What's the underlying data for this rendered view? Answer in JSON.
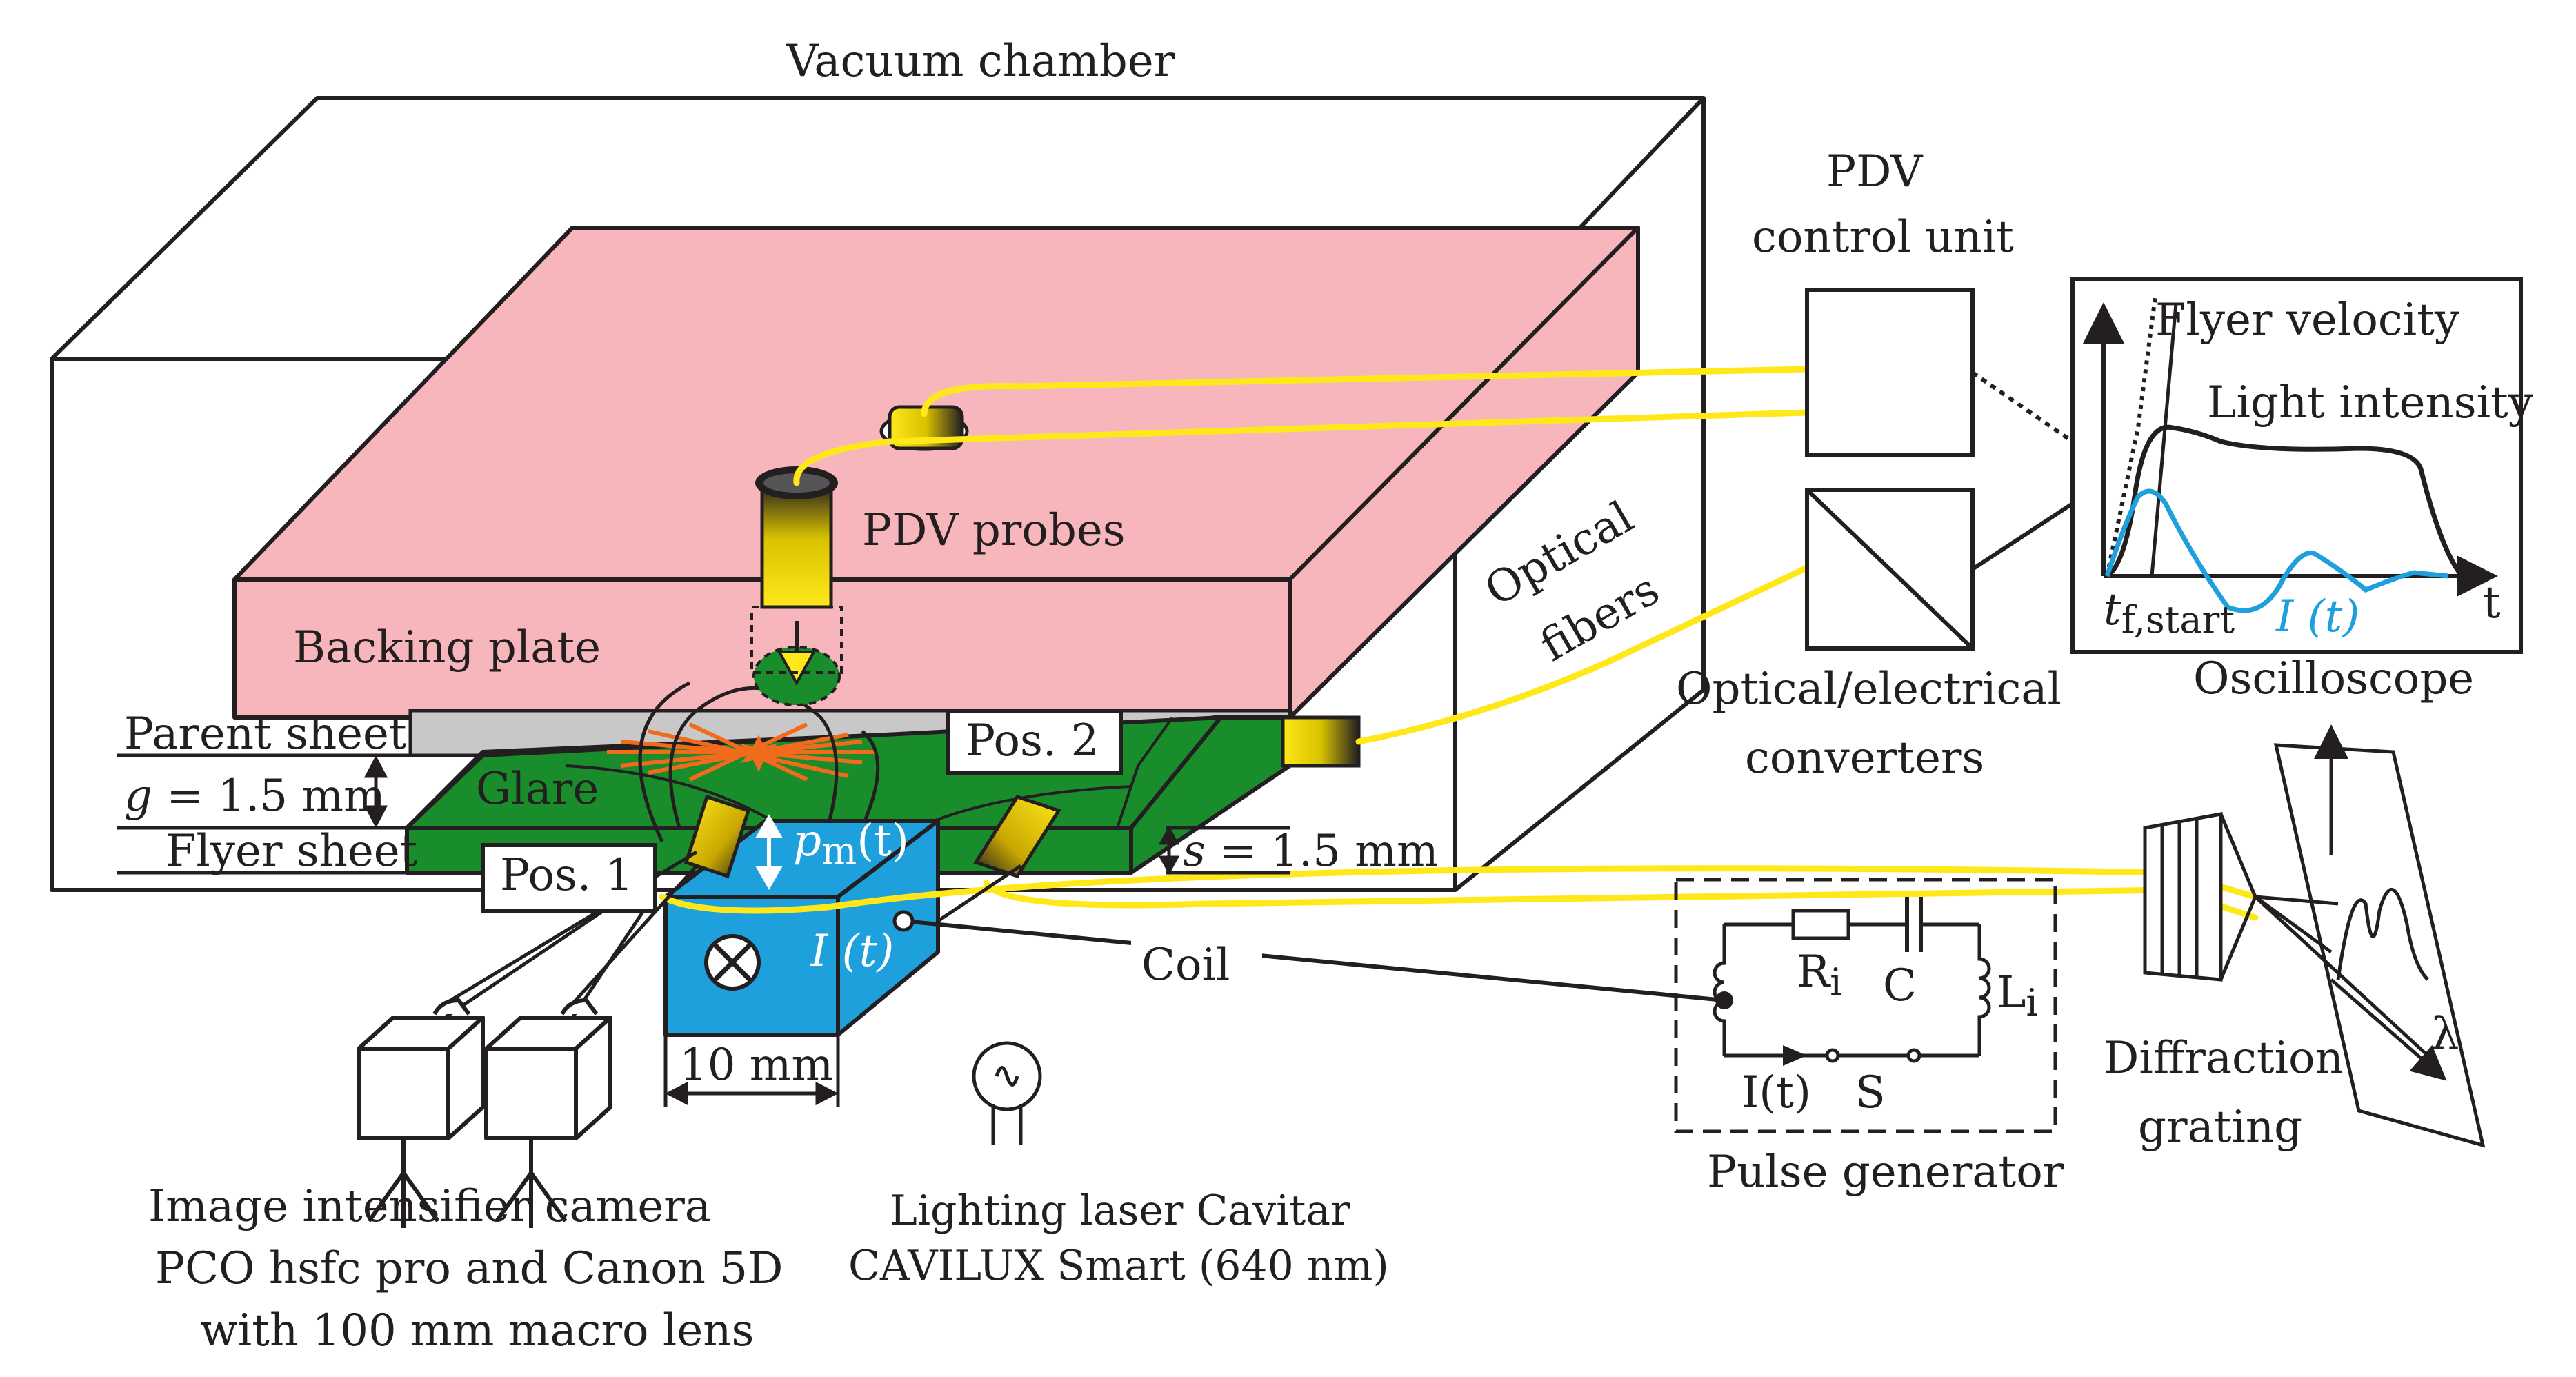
{
  "labels": {
    "vacuum_chamber": "Vacuum chamber",
    "pdv_control_unit_1": "PDV",
    "pdv_control_unit_2": "control unit",
    "flyer_velocity": "Flyer velocity",
    "light_intensity": "Light intensity",
    "pdv_probes": "PDV probes",
    "optical_fibers_1": "Optical",
    "optical_fibers_2": "fibers",
    "backing_plate": "Backing plate",
    "t_f_start_t": "t",
    "t_f_start_sub": "f,start",
    "i_t_scope": "I (t)",
    "t_axis": "t",
    "oscilloscope": "Oscilloscope",
    "parent_sheet": "Parent sheet",
    "pos2": "Pos. 2",
    "oe_converters_1": "Optical/electrical",
    "oe_converters_2": "converters",
    "g_sym": "g",
    "g_rest": " = 1.5 mm",
    "glare": "Glare",
    "pm_p": "p",
    "pm_sub": "m",
    "pm_t": "(t)",
    "s_sym": "s",
    "s_rest": " = 1.5 mm",
    "flyer_sheet": "Flyer sheet",
    "pos1": "Pos. 1",
    "i_t_coil": "I (t)",
    "coil": "Coil",
    "r_i": "R",
    "r_i_sub": "i",
    "c": "C",
    "l_i": "L",
    "l_i_sub": "i",
    "i_t_circuit": "I(t)",
    "s_switch": "S",
    "pulse_generator": "Pulse generator",
    "ten_mm": "10 mm",
    "diffraction_1": "Diffraction",
    "diffraction_2": "grating",
    "lambda": "λ",
    "camera_1": "Image intensifier camera",
    "camera_2": "PCO hsfc pro and Canon 5D",
    "camera_3": "with 100 mm macro lens",
    "laser_1": "Lighting laser Cavitar",
    "laser_2": "CAVILUX Smart (640 nm)"
  },
  "colors": {
    "backing_plate": "#f7b6bc",
    "flyer_green": "#198c2c",
    "coil_blue": "#1ea0dc",
    "fiber_yellow": "#ffe81a",
    "parent_gray": "#c8c8c8",
    "glare_orange": "#f26a1b",
    "outline": "#231f20"
  },
  "icons": {
    "coil_current": "circle-x-icon",
    "camera": "camera-tripod-icon",
    "laser": "lamp-icon",
    "probe": "cylinder-probe-icon"
  }
}
